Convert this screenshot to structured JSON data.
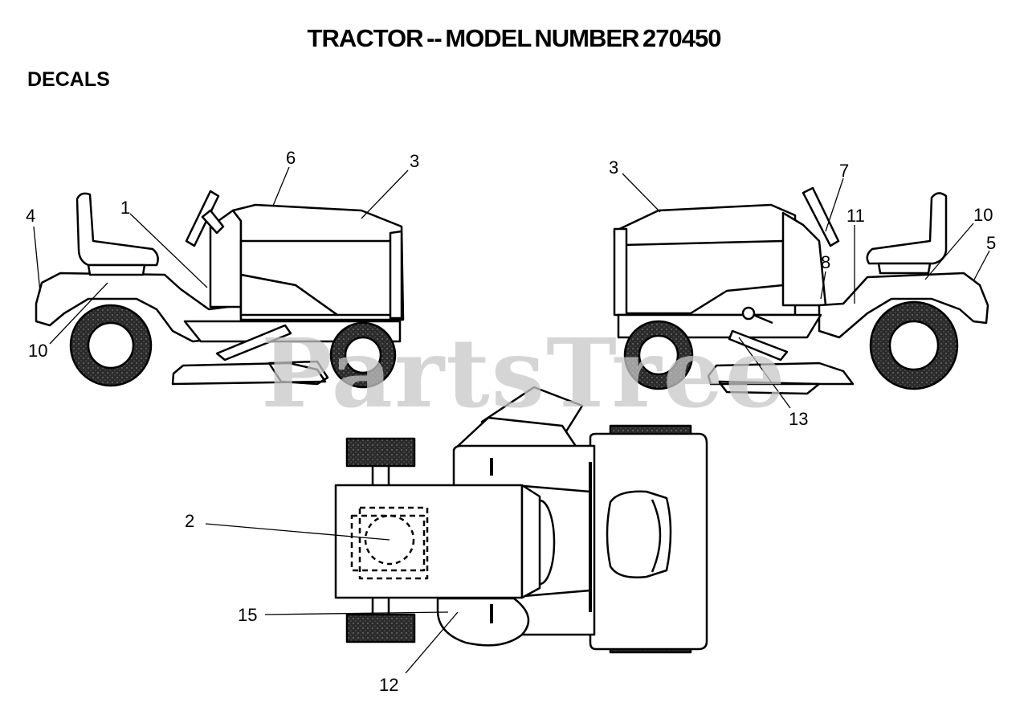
{
  "header": {
    "title": "TRACTOR -- MODEL NUMBER 270450",
    "section": "DECALS"
  },
  "watermark": "PartsTree",
  "callouts": {
    "left_view": [
      "4",
      "1",
      "6",
      "3",
      "10"
    ],
    "right_view": [
      "3",
      "7",
      "11",
      "10",
      "5",
      "8",
      "13"
    ],
    "top_view": [
      "2",
      "15",
      "12"
    ]
  },
  "colors": {
    "line": "#000000",
    "tire": "#3a3a3a",
    "watermark": "#c8c8c8"
  }
}
